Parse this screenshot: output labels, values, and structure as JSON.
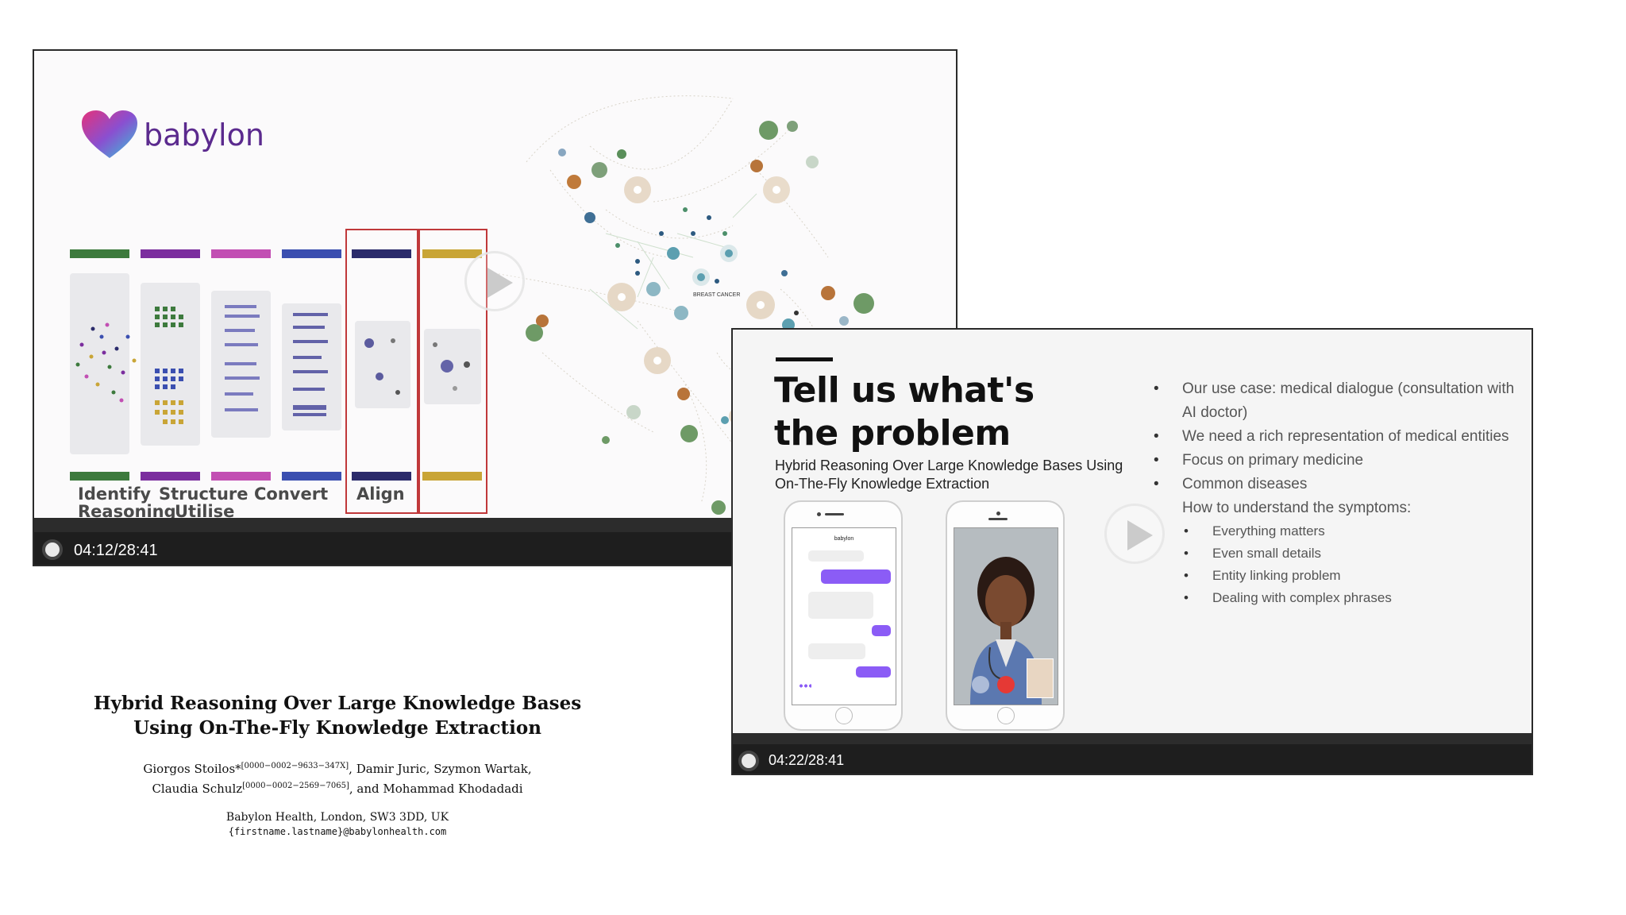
{
  "video1": {
    "logo_text": "babylon",
    "labels": {
      "identify": "Identify",
      "reasoning": "Reasoning",
      "structure": "Structure",
      "utilise": "Utilise",
      "convert": "Convert",
      "align": "Align"
    },
    "stage_colors": [
      "#3d7a3d",
      "#7b2e9e",
      "#c24fb3",
      "#3b4fb0",
      "#2b2b6b",
      "#c9a537"
    ],
    "network_label": "BREAST CANCER",
    "timestamp": "04:12/28:41"
  },
  "paper": {
    "title_line1": "Hybrid Reasoning Over Large Knowledge Bases",
    "title_line2": "Using On-The-Fly Knowledge Extraction",
    "author1": "Giorgos Stoilos*",
    "orcid1": "[0000−0002−9633−347X]",
    "authors_rest1": ", Damir Juric, Szymon Wartak,",
    "author2": "Claudia Schulz",
    "orcid2": "[0000−0002−2569−7065]",
    "authors_rest2": ", and Mohammad Khodadadi",
    "affiliation": "Babylon Health, London, SW3 3DD, UK",
    "email": "{firstname.lastname}@babylonhealth.com"
  },
  "video2": {
    "title": "Tell us what's the problem",
    "subtitle": "Hybrid Reasoning Over Large Knowledge Bases Using On-The-Fly Knowledge Extraction",
    "bullets": [
      "Our use case: medical dialogue (consultation with AI doctor)",
      "We need a rich representation of medical entities",
      "Focus on primary medicine",
      "Common diseases"
    ],
    "subheading": "How to understand the symptoms:",
    "sub_bullets": [
      "Everything matters",
      "Even small details",
      "Entity linking problem",
      "Dealing with complex phrases"
    ],
    "chat_header": "babylon",
    "timestamp": "04:22/28:41"
  }
}
